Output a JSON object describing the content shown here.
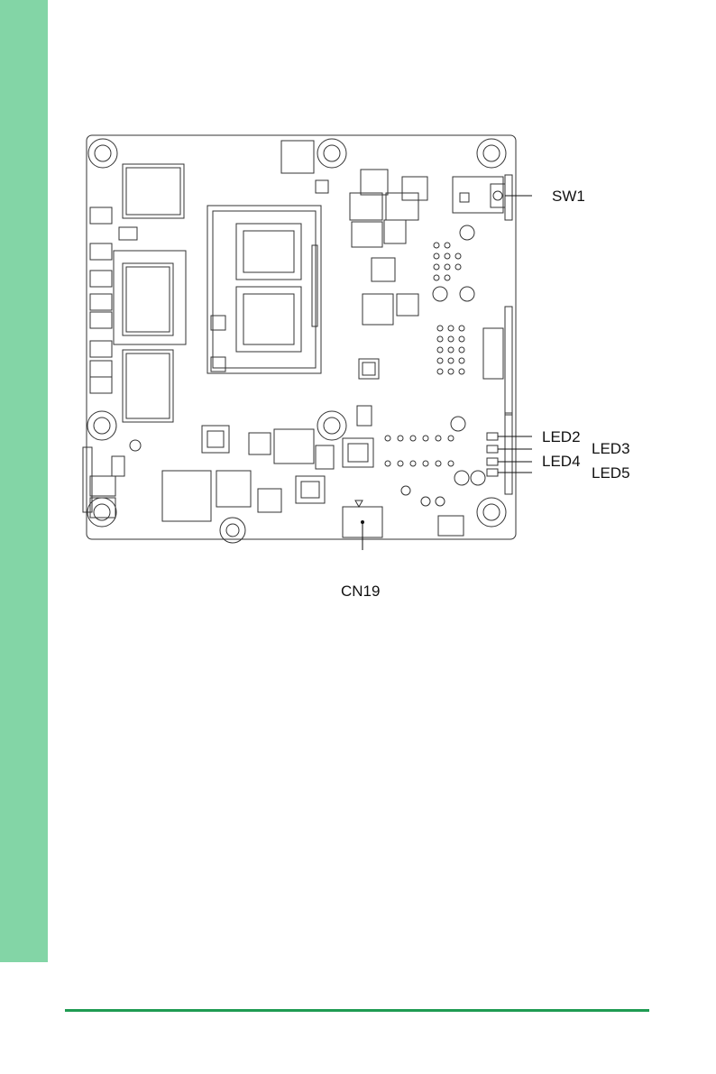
{
  "colors": {
    "sidebar": "#83d5a6",
    "footer_rule": "#1f9b52",
    "ink": "#333333"
  },
  "callouts": {
    "sw1": "SW1",
    "led2": "LED2",
    "led3": "LED3",
    "led4": "LED4",
    "led5": "LED5",
    "cn19": "CN19"
  }
}
